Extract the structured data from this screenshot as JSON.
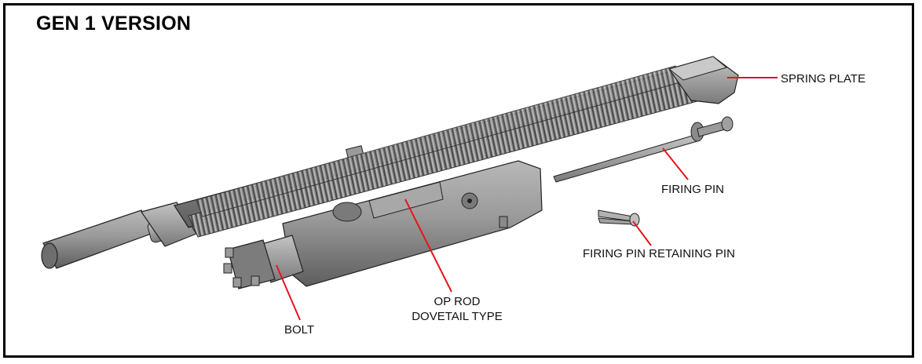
{
  "diagram": {
    "title": "GEN 1 VERSION",
    "leader_color": "#e8141e",
    "part_color": "#8a8a8a",
    "callouts": [
      {
        "id": "spring-plate",
        "label": "SPRING PLATE"
      },
      {
        "id": "firing-pin",
        "label": "FIRING PIN"
      },
      {
        "id": "firing-pin-retaining-pin",
        "label": "FIRING PIN RETAINING PIN"
      },
      {
        "id": "op-rod",
        "label_line1": "OP ROD",
        "label_line2": "DOVETAIL TYPE"
      },
      {
        "id": "bolt",
        "label": "BOLT"
      }
    ]
  }
}
